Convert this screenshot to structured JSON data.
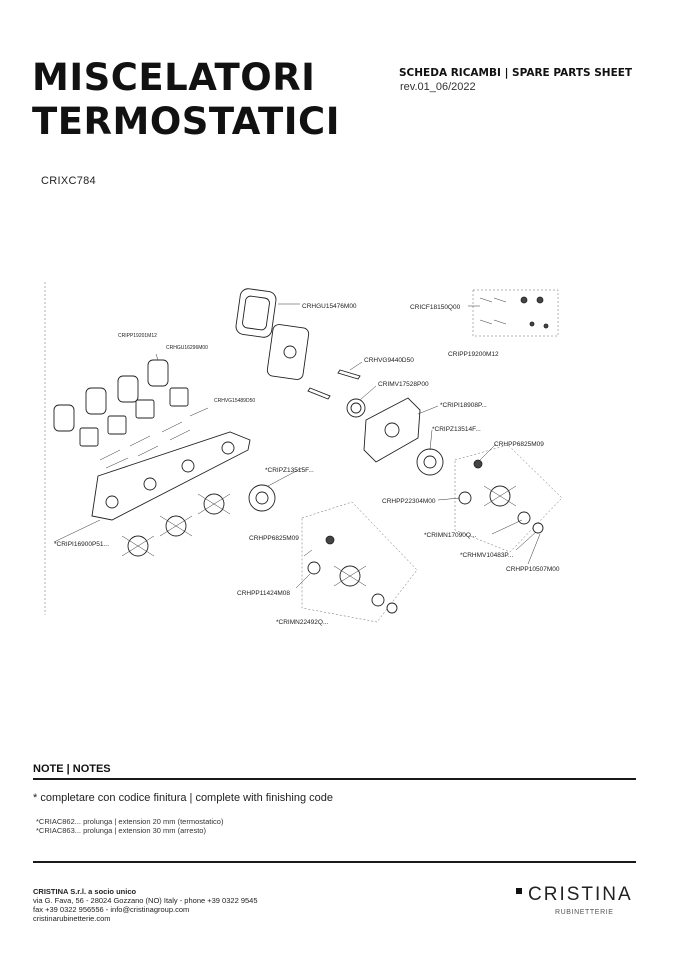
{
  "header": {
    "title_line1": "MISCELATORI",
    "title_line2": "TERMOSTATICI",
    "sheet_label": "SCHEDA RICAMBI | SPARE PARTS SHEET",
    "revision": "rev.01_06/2022"
  },
  "product_code": "CRIXC784",
  "drawing": {
    "labels": {
      "crhgu15476": "CRHGU15476M00",
      "cricf18150": "CRICF18150Q00",
      "cripp19200": "CRIPP19200M12",
      "cripp19201": "CRIPP19201M12",
      "crhgu16296": "CRHGU16296M00",
      "crhvg9440": "CRHVG9440D50",
      "crimv17528": "CRIMV17528P00",
      "crhvg15489": "CRHVG15489D50",
      "cripi18908": "*CRIPI18908P...",
      "cripz13514": "*CRIPZ13514F...",
      "crhpp6825_r": "CRHPP6825M09",
      "cripz13515": "*CRIPZ13515F...",
      "crhpp22304": "CRHPP22304M00",
      "crimn17090": "*CRIMN17090Q...",
      "crhmv10483": "*CRHMV10483P...",
      "crhpp10507": "CRHPP10507M00",
      "cripi16900": "*CRIPI16900P51...",
      "crhpp6825_l": "CRHPP6825M09",
      "crhpp11424": "CRHPP11424M08",
      "crimn22492": "*CRIMN22492Q..."
    }
  },
  "notes": {
    "title": "NOTE | NOTES",
    "main": "* completare con codice finitura  | complete with finishing code",
    "line1": "*CRIAC862... prolunga | extension 20 mm (termostatico)",
    "line2": "*CRIAC863... prolunga | extension 30 mm (arresto)"
  },
  "footer": {
    "company": "CRISTINA S.r.l. a socio unico",
    "address": "via G. Fava, 56 - 28024 Gozzano (NO) Italy - phone +39 0322 9545",
    "contact": "fax +39 0322 956556 - info@cristinagroup.com",
    "website": "cristinarubinetterie.com"
  },
  "logo": {
    "word": "CRISTINA",
    "subtitle": "RUBINETTERIE"
  }
}
